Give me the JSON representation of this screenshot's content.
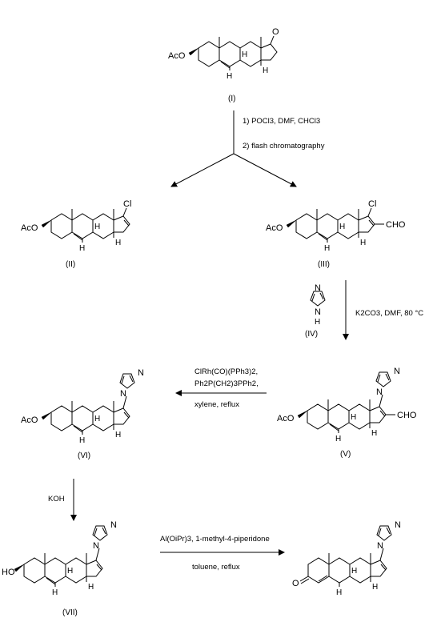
{
  "compounds": [
    {
      "id": "I",
      "label": "(I)"
    },
    {
      "id": "II",
      "label": "(II)"
    },
    {
      "id": "III",
      "label": "(III)"
    },
    {
      "id": "IV",
      "label": "(IV)"
    },
    {
      "id": "V",
      "label": "(V)"
    },
    {
      "id": "VI",
      "label": "(VI)"
    },
    {
      "id": "VII",
      "label": "(VII)"
    },
    {
      "id": "product",
      "label": ""
    }
  ],
  "atoms": {
    "acetoxy": "AcO",
    "hydroxy": "HO",
    "oxo": "O",
    "chloro": "Cl",
    "formyl": "CHO",
    "hydrogen": "H",
    "methyl": "CH3",
    "nitrogen": "N"
  },
  "steps": {
    "step1": {
      "line1": "1) POCl3, DMF, CHCl3",
      "line2": "2) flash chromatography"
    },
    "step2": {
      "line1": "K2CO3, DMF, 80 °C"
    },
    "step3": {
      "line1": "ClRh(CO)(PPh3)2,",
      "line2": "Ph2P(CH2)3PPh2,",
      "line3": "xylene, reflux"
    },
    "step4": {
      "line1": "KOH"
    },
    "step5": {
      "line1": "Al(OiPr)3, 1-methyl-4-piperidone",
      "line2": "toluene, reflux"
    }
  }
}
